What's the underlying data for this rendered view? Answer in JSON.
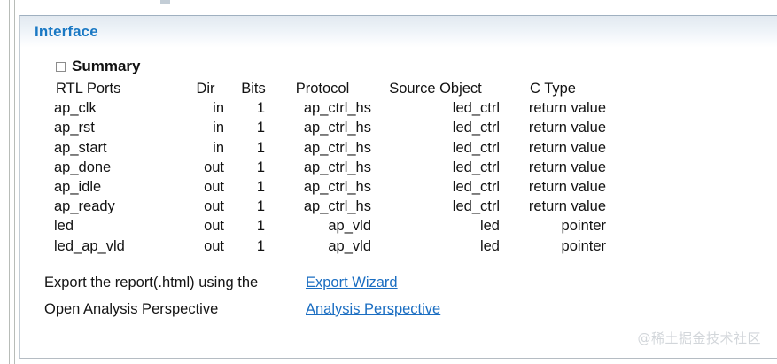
{
  "panel": {
    "header_title": "Interface",
    "tree_node_label": "Summary",
    "expander_icon": "collapse-minus-icon"
  },
  "table": {
    "columns": [
      "RTL Ports",
      "Dir",
      "Bits",
      "Protocol",
      "Source Object",
      "C Type"
    ],
    "rows": [
      {
        "port": "ap_clk",
        "dir": "in",
        "bits": "1",
        "protocol": "ap_ctrl_hs",
        "source": "led_ctrl",
        "ctype": "return value"
      },
      {
        "port": "ap_rst",
        "dir": "in",
        "bits": "1",
        "protocol": "ap_ctrl_hs",
        "source": "led_ctrl",
        "ctype": "return value"
      },
      {
        "port": "ap_start",
        "dir": "in",
        "bits": "1",
        "protocol": "ap_ctrl_hs",
        "source": "led_ctrl",
        "ctype": "return value"
      },
      {
        "port": "ap_done",
        "dir": "out",
        "bits": "1",
        "protocol": "ap_ctrl_hs",
        "source": "led_ctrl",
        "ctype": "return value"
      },
      {
        "port": "ap_idle",
        "dir": "out",
        "bits": "1",
        "protocol": "ap_ctrl_hs",
        "source": "led_ctrl",
        "ctype": "return value"
      },
      {
        "port": "ap_ready",
        "dir": "out",
        "bits": "1",
        "protocol": "ap_ctrl_hs",
        "source": "led_ctrl",
        "ctype": "return value"
      },
      {
        "port": "led",
        "dir": "out",
        "bits": "1",
        "protocol": "ap_vld",
        "source": "led",
        "ctype": "pointer"
      },
      {
        "port": "led_ap_vld",
        "dir": "out",
        "bits": "1",
        "protocol": "ap_vld",
        "source": "led",
        "ctype": "pointer"
      }
    ]
  },
  "footer": {
    "export_text": "Export the report(.html) using the",
    "export_link": "Export Wizard",
    "analysis_text": "Open Analysis Perspective",
    "analysis_link": "Analysis Perspective"
  },
  "watermark": "@稀土掘金技术社区",
  "colors": {
    "header_text": "#1b79c4",
    "link": "#1b6ec2",
    "body_text": "#121212",
    "watermark": "#d2d6da"
  }
}
